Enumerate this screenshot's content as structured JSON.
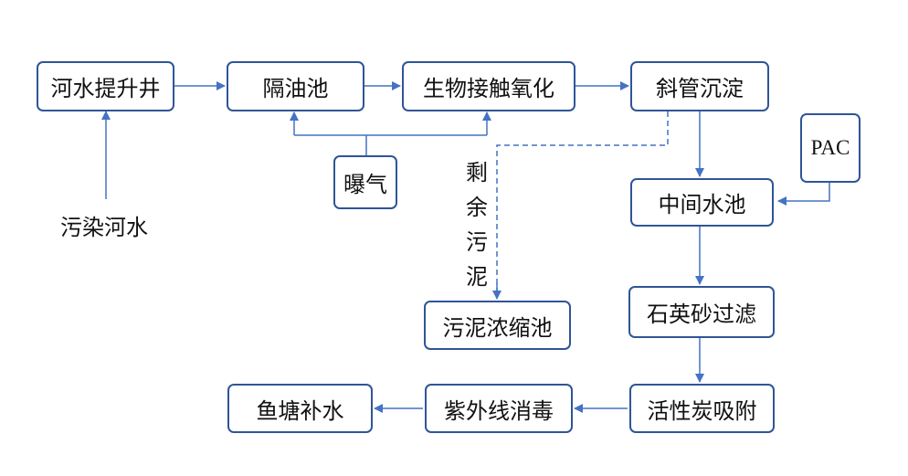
{
  "nodes": {
    "lift_well": "河水提升井",
    "oil_separator": "隔油池",
    "bio_contact_oxidation": "生物接触氧化",
    "inclined_tube_settling": "斜管沉淀",
    "aeration": "曝气",
    "pac": "PAC",
    "intermediate_pool": "中间水池",
    "sludge_thickener": "污泥浓缩池",
    "quartz_sand_filter": "石英砂过滤",
    "activated_carbon": "活性炭吸附",
    "uv_disinfection": "紫外线消毒",
    "fishpond_supply": "鱼塘补水"
  },
  "labels": {
    "polluted_river_water": "污染河水",
    "residual_sludge": [
      "剩",
      "余",
      "污",
      "泥"
    ]
  },
  "colors": {
    "border": "#2F5597",
    "arrow": "#4472C4",
    "text": "#111111"
  }
}
